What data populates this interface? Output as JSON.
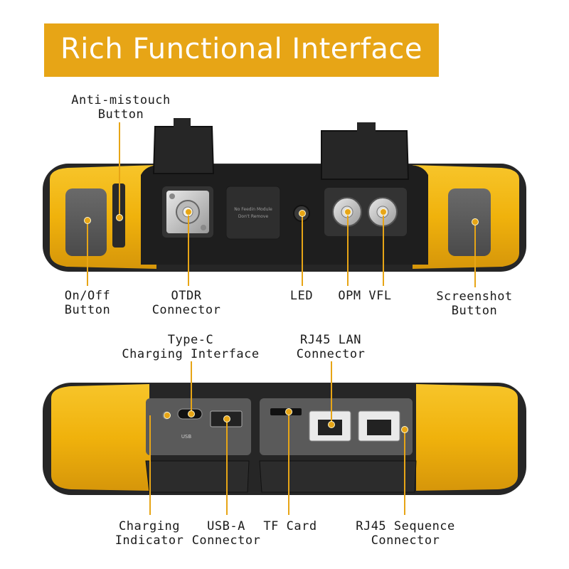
{
  "banner": {
    "title": "Rich Functional Interface"
  },
  "colors": {
    "accent": "#e7a516",
    "body_yellow": "#f2b90f",
    "bumper": "#2b2b2b"
  },
  "top_panel": {
    "port_text": [
      "No Feedin Module",
      "Don't Remove"
    ],
    "labels": {
      "anti_mistouch": "Anti-mistouch\nButton",
      "on_off": "On/Off\nButton",
      "otdr": "OTDR\nConnector",
      "led": "LED",
      "opm_vfl": "OPM VFL",
      "screenshot": "Screenshot\nButton"
    }
  },
  "bottom_panel": {
    "port_text": [
      "USB"
    ],
    "labels": {
      "type_c": "Type-C\nCharging Interface",
      "rj45_lan": "RJ45 LAN\nConnector",
      "charging_indicator": "Charging\nIndicator",
      "usb_a": "USB-A\nConnector",
      "tf_card": "TF Card",
      "rj45_sequence": "RJ45 Sequence\nConnector"
    }
  }
}
